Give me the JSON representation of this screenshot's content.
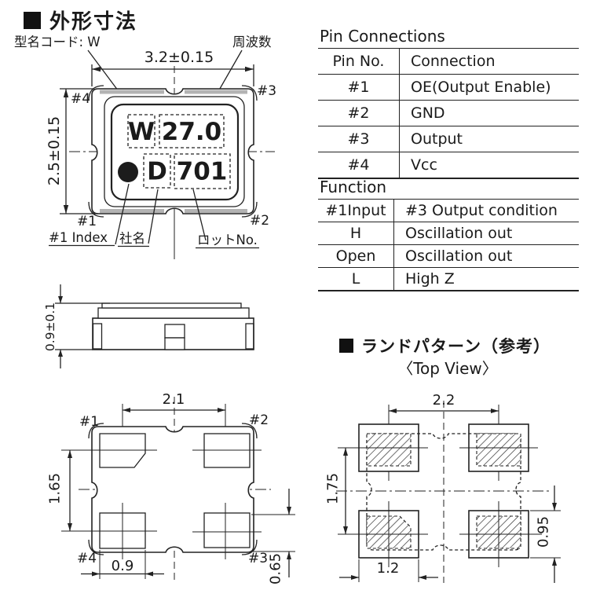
{
  "page": {
    "title_outline": "外形寸法",
    "title_land": "ランドパターン（参考）",
    "land_subtitle": "〈Top View〉"
  },
  "outline": {
    "model_code_label": "型名コード: W",
    "frequency_label": "周波数",
    "dim_width": "3.2±0.15",
    "dim_height": "2.5±0.15",
    "pad_tl": "#4",
    "pad_tr": "#3",
    "pad_bl": "#1",
    "pad_br": "#2",
    "mark_w": "W",
    "mark_freq": "27.0",
    "mark_d": "D",
    "mark_lot": "701",
    "index_label": "#1 Index",
    "company_label": "社名",
    "lot_label": "ロットNo."
  },
  "side_view": {
    "dim_thickness": "0.9±0.1"
  },
  "bottom_view": {
    "pad_tl": "#1",
    "pad_tr": "#2",
    "pad_bl": "#4",
    "pad_br": "#3",
    "dim_pitch_x": "2.1",
    "dim_pitch_y": "1.65",
    "dim_pad_w": "0.9",
    "dim_pad_h": "0.65"
  },
  "pin_connections": {
    "title": "Pin Connections",
    "headers": [
      "Pin No.",
      "Connection"
    ],
    "rows": [
      [
        "#1",
        "OE(Output Enable)"
      ],
      [
        "#2",
        "GND"
      ],
      [
        "#3",
        "Output"
      ],
      [
        "#4",
        "Vcc"
      ]
    ]
  },
  "function": {
    "title": "Function",
    "headers": [
      "#1Input",
      "#3 Output condition"
    ],
    "rows": [
      [
        "H",
        "Oscillation out"
      ],
      [
        "Open",
        "Oscillation out"
      ],
      [
        "L",
        "High Z"
      ]
    ]
  },
  "land_pattern": {
    "dim_pitch_x": "2.2",
    "dim_pitch_y": "1.75",
    "dim_pad_w": "1.2",
    "dim_pad_h": "0.95"
  }
}
